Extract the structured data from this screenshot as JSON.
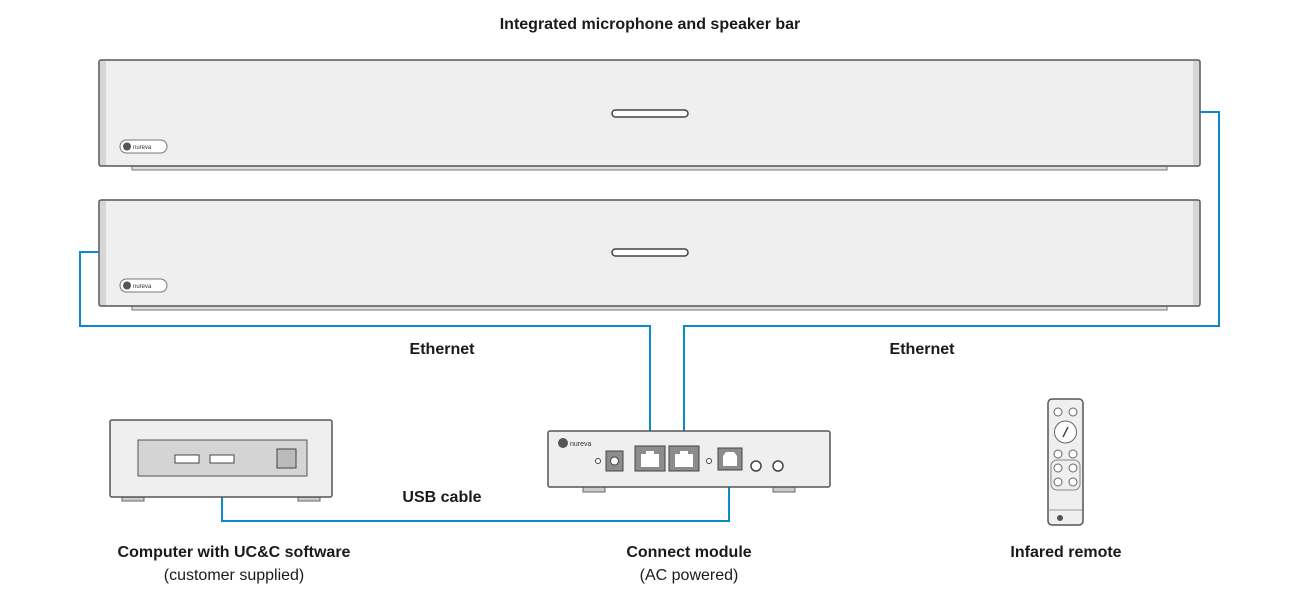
{
  "title": "Integrated microphone and speaker bar",
  "labels": {
    "ethernet_left": "Ethernet",
    "ethernet_right": "Ethernet",
    "usb": "USB cable"
  },
  "devices": {
    "computer": {
      "name": "Computer with UC&C software",
      "note": "(customer supplied)"
    },
    "module": {
      "name": "Connect module",
      "note": "(AC powered)"
    },
    "remote": {
      "name": "Infared remote"
    }
  },
  "logo_text": "nureva",
  "colors": {
    "cable": "#0a8ac8",
    "device": "#eeefee"
  }
}
